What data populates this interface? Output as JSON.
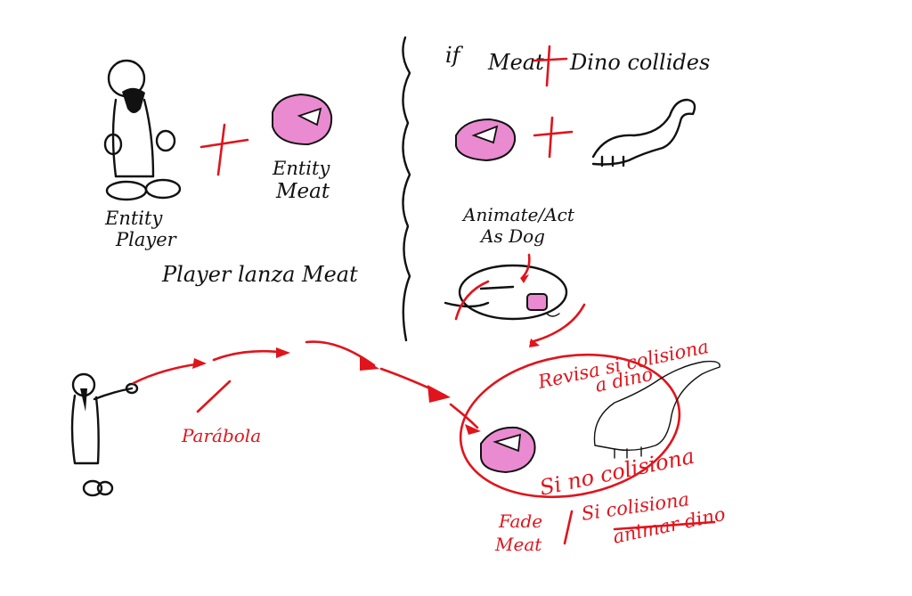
{
  "colors": {
    "ink": "#111111",
    "red": "#e0141c",
    "meat_pink": "#ea8ad0",
    "background": "#ffffff"
  },
  "left_panel": {
    "player_label_line1": "Entity",
    "player_label_line2": "Player",
    "meat_label_line1": "Entity",
    "meat_label_line2": "Meat",
    "action_caption": "Player lanza Meat"
  },
  "right_panel": {
    "condition_if": "if",
    "condition_meat": "Meat",
    "condition_rest": "Dino collides",
    "animate_line1": "Animate/Act",
    "animate_line2": "As Dog"
  },
  "bottom": {
    "parabola_label": "Parábola",
    "check_line1": "Revisa si colisiona",
    "check_line2": "a dino",
    "no_collision_label": "Si no colisiona",
    "fade_line1": "Fade",
    "fade_line2": "Meat",
    "collide_line1": "Si colisiona",
    "collide_line2": "animar dino"
  },
  "icons": [
    "stick-figure-icon",
    "meat-icon",
    "dino-icon",
    "dog-icon",
    "plus-icon",
    "arrow-icon"
  ]
}
